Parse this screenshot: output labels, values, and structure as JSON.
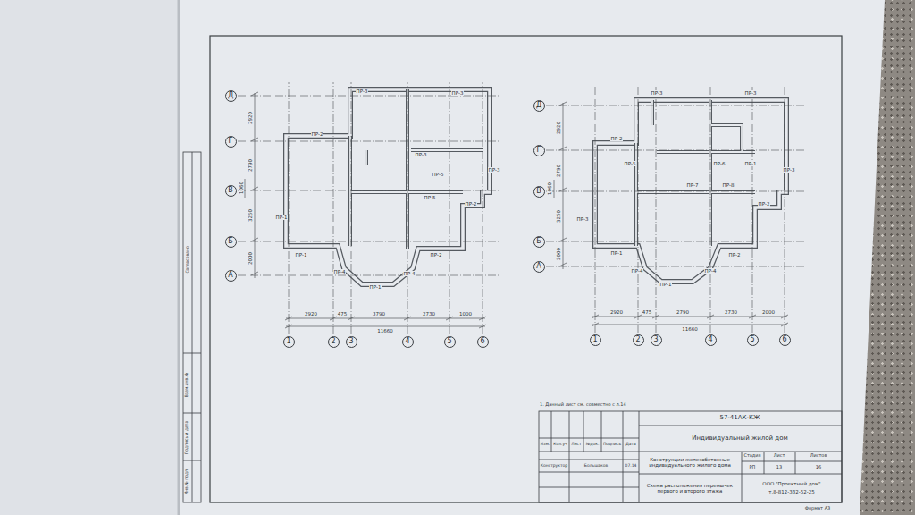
{
  "diagram": {
    "nodes": [
      {
        "text": [
          "Д"
        ]
      },
      {
        "text": [
          "Г"
        ]
      },
      {
        "text": [
          "В"
        ]
      },
      {
        "text": [
          "Б"
        ]
      },
      {
        "text": [
          "А"
        ]
      },
      {
        "text": [
          "1"
        ]
      },
      {
        "text": [
          "2"
        ]
      },
      {
        "text": [
          "3"
        ]
      },
      {
        "text": [
          "4"
        ]
      },
      {
        "text": [
          "5"
        ]
      },
      {
        "text": [
          "6"
        ]
      },
      {
        "text": [
          "Д"
        ]
      },
      {
        "text": [
          "Г"
        ]
      },
      {
        "text": [
          "В"
        ]
      },
      {
        "text": [
          "Б"
        ]
      },
      {
        "text": [
          "А"
        ]
      },
      {
        "text": [
          "1"
        ]
      },
      {
        "text": [
          "2"
        ]
      },
      {
        "text": [
          "3"
        ]
      },
      {
        "text": [
          "4"
        ]
      },
      {
        "text": [
          "5"
        ]
      },
      {
        "text": [
          "6"
        ]
      }
    ],
    "labels": [
      "ПР-3",
      "ПР-3",
      "ПР-2",
      "ПР-3",
      "ПР-5",
      "ПР-3",
      "ПР-5",
      "ПР-2",
      "ПР-1",
      "ПР-1",
      "ПР-2",
      "ПР-4",
      "ПР-4",
      "ПР-1",
      "2920",
      "2790",
      "1060",
      "3250",
      "2000",
      "2920",
      "475",
      "3790",
      "2730",
      "1000",
      "11660",
      "ПР-3",
      "ПР-3",
      "ПР-2",
      "ПР-5",
      "ПР-6",
      "ПР-1",
      "ПР-3",
      "ПР-7",
      "ПР-8",
      "ПР-3",
      "ПР-2",
      "ПР-1",
      "ПР-2",
      "ПР-4",
      "ПР-4",
      "ПР-1",
      "2920",
      "2790",
      "1060",
      "3250",
      "2000",
      "2920",
      "475",
      "2790",
      "2730",
      "2000",
      "11660",
      "1. Данный лист см. совместно с л.14",
      "57-41АК-КЖ",
      "Индивидуальный жилой дом",
      "Изм.",
      "Кол.уч",
      "Лист",
      "№док.",
      "Подпись",
      "Дата",
      "Конструктор",
      "Большаков",
      "07.14",
      "Конструкции железобетонные индивидуального жилого дома",
      "Стадия",
      "Лист",
      "Листов",
      "РП",
      "13",
      "16",
      "Схема расположения перемычек первого и второго этажа",
      "ООО \"Проектный дом\"",
      "т.8-812-332-52-25",
      "Формат А3",
      "Согласовано",
      "Взам.инв.№",
      "Подпись и дата",
      "Инв.№ подл."
    ]
  }
}
